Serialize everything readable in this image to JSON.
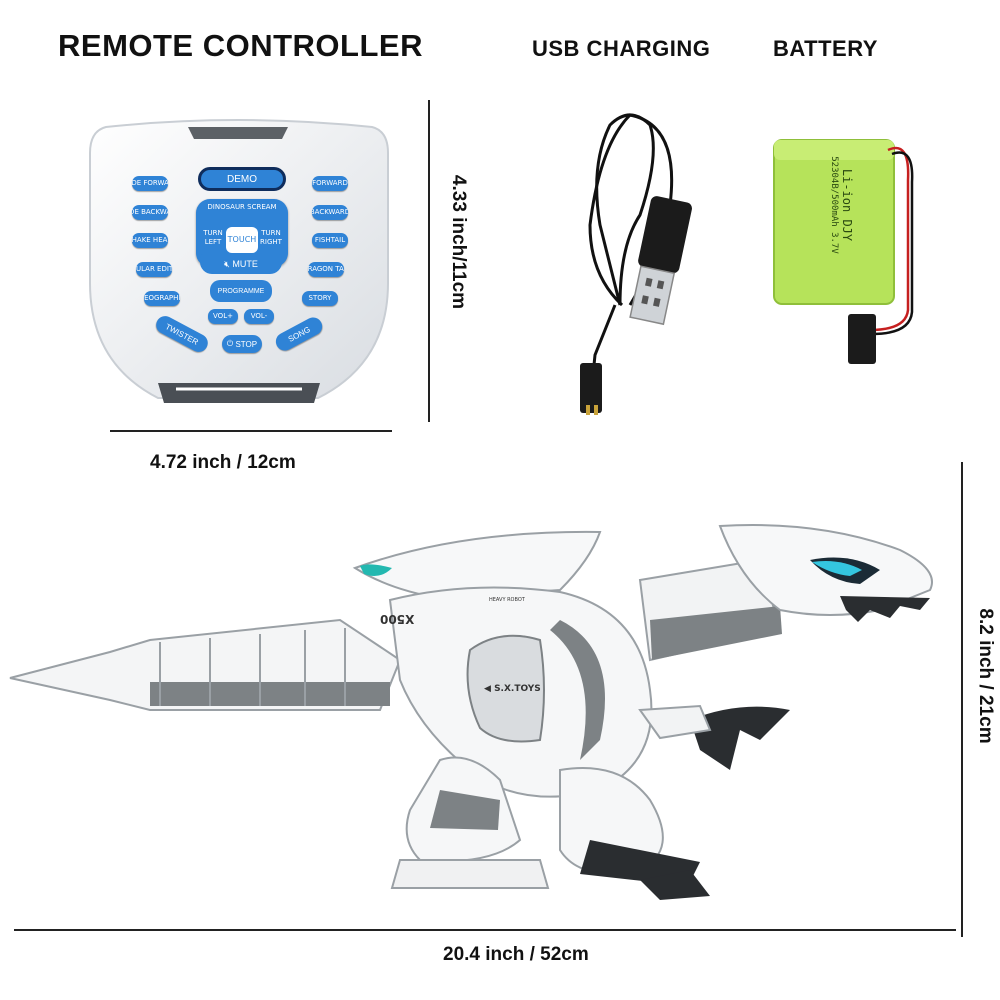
{
  "headings": {
    "remote": "REMOTE CONTROLLER",
    "usb": "USB CHARGING",
    "battery": "BATTERY"
  },
  "dimensions": {
    "remote_width": "4.72 inch / 12cm",
    "remote_height": "4.33 inch/11cm",
    "dino_height": "8.2 inch / 21cm",
    "dino_length": "20.4 inch / 52cm"
  },
  "remote": {
    "demo": "DEMO",
    "left_buttons": [
      "SLIDE FORWARD",
      "SLIDE BACKWARD",
      "SHAKE HEAD",
      "POPULAR EDITION",
      "GEOGRAPHIC"
    ],
    "right_buttons": [
      "FORWARD",
      "BACKWARD",
      "FISHTAIL",
      "DRAGON TAIL",
      "STORY"
    ],
    "dpad": {
      "top": "DINOSAUR SCREAM",
      "left": "TURN LEFT",
      "center": "TOUCH",
      "right": "TURN RIGHT"
    },
    "mute": "MUTE",
    "programme": "PROGRAMME",
    "vol_up": "VOL+",
    "vol_down": "VOL-",
    "twister": "TWISTER",
    "stop": "STOP",
    "song": "SONG"
  },
  "battery": {
    "line1": "Li-ion DJY",
    "line2": "52304B/500mAh 3.7V"
  },
  "dino": {
    "model": "X500",
    "brand": "S.X.TOYS",
    "series": "HEAVY ROBOT"
  },
  "colors": {
    "remote_blue": "#2f83d6",
    "battery_green": "#b6e35a",
    "dino_grey": "#7d8285"
  }
}
